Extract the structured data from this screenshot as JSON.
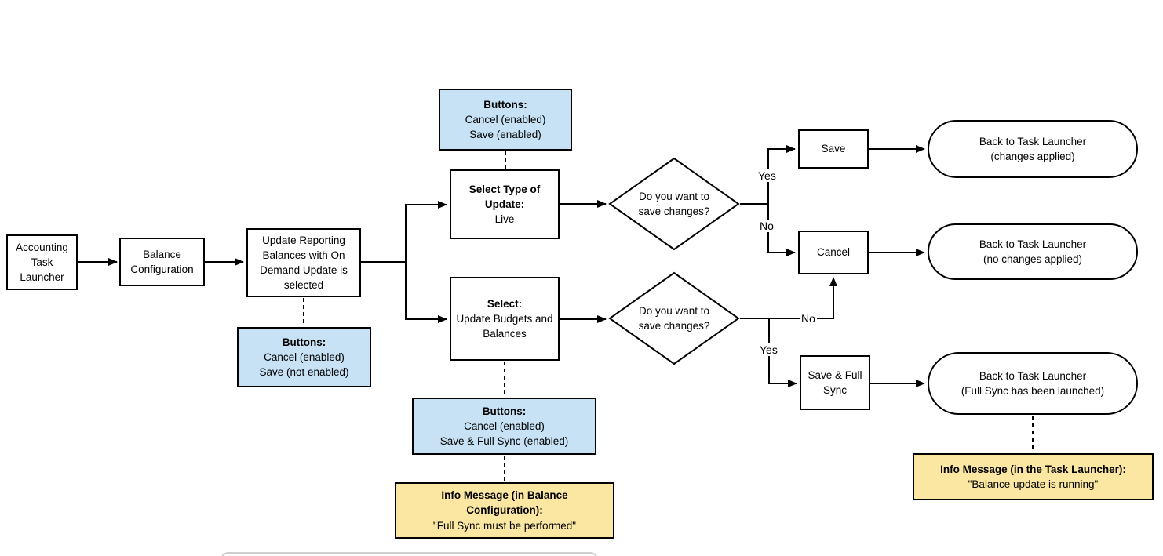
{
  "colors": {
    "note_blue": "#c6e2f4",
    "info_yellow": "#fbe7a1",
    "shape_stroke": "#000000",
    "shape_fill": "#ffffff"
  },
  "nodes": {
    "start": {
      "label": "Accounting Task Launcher"
    },
    "balance_configuration": {
      "label": "Balance Configuration"
    },
    "update_reporting": {
      "label": "Update Reporting Balances with On Demand Update is selected"
    },
    "buttons_initial": {
      "title": "Buttons:",
      "lines": [
        "Cancel (enabled)",
        "Save (not enabled)"
      ]
    },
    "buttons_live": {
      "title": "Buttons:",
      "lines": [
        "Cancel (enabled)",
        "Save (enabled)"
      ]
    },
    "buttons_full_sync": {
      "title": "Buttons:",
      "lines": [
        "Cancel (enabled)",
        "Save & Full Sync (enabled)"
      ]
    },
    "select_type": {
      "title": "Select Type of Update:",
      "line": "Live"
    },
    "select_budgets": {
      "title": "Select:",
      "line": "Update Budgets and Balances"
    },
    "decision_live": {
      "label": "Do you want to save changes?"
    },
    "decision_budgets": {
      "label": "Do you want to save changes?"
    },
    "save": {
      "label": "Save"
    },
    "cancel": {
      "label": "Cancel"
    },
    "save_full_sync": {
      "label": "Save & Full Sync"
    },
    "end_changes_applied": {
      "line1": "Back to Task Launcher",
      "line2": "(changes applied)"
    },
    "end_no_changes": {
      "line1": "Back to Task Launcher",
      "line2": "(no changes applied)"
    },
    "end_full_sync": {
      "line1": "Back to Task Launcher",
      "line2": "(Full Sync has been launched)"
    },
    "info_balance": {
      "title": "Info Message (in Balance Configuration):",
      "quote": "\"Full Sync must be performed\""
    },
    "info_launcher": {
      "title": "Info Message (in the Task Launcher):",
      "quote": "\"Balance update is running\""
    }
  },
  "edge_labels": {
    "yes_live": "Yes",
    "no_live": "No",
    "no_budgets": "No",
    "yes_budgets": "Yes"
  }
}
